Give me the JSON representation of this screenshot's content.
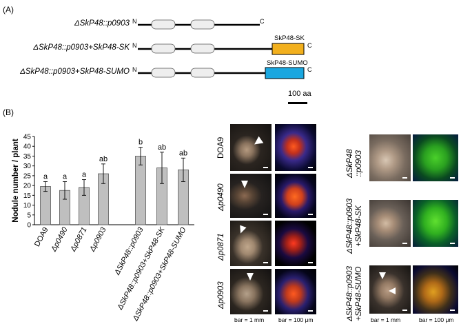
{
  "panel_a": {
    "label": "(A)",
    "constructs": [
      {
        "name": "ΔSkP48::p0903",
        "n": "N",
        "c": "C",
        "tag": ""
      },
      {
        "name": "ΔSkP48::p0903+SkP48-SK",
        "n": "N",
        "c": "C",
        "tag": "SkP48-SK",
        "tag_color": "#f2b01e"
      },
      {
        "name": "ΔSkP48::p0903+SkP48-SUMO",
        "n": "N",
        "c": "C",
        "tag": "SkP48-SUMO",
        "tag_color": "#1aa7e0"
      }
    ],
    "scale_label": "100 aa"
  },
  "panel_b": {
    "label": "(B)",
    "chart_data": {
      "type": "bar",
      "ylabel": "Nodule number / plant",
      "ylim": [
        0,
        45
      ],
      "yticks": [
        0,
        5,
        10,
        15,
        20,
        25,
        30,
        35,
        40,
        45
      ],
      "categories": [
        "DOA9",
        "Δp0490",
        "Δp0871",
        "Δp0903",
        "ΔSkP48::p0903",
        "ΔSkP48::p0903+SkP48-SK",
        "ΔSkP48::p0903+SkP48-SUMO"
      ],
      "values": [
        19.5,
        17.5,
        19,
        26,
        35,
        29,
        28
      ],
      "errors": [
        2.5,
        4.5,
        4,
        5,
        4.5,
        8,
        6
      ],
      "letters": [
        "a",
        "a",
        "a",
        "ab",
        "b",
        "ab",
        "ab"
      ],
      "bar_color": "#bfbfbf"
    },
    "photos_left": {
      "samples": [
        "DOA9",
        "Δp0490",
        "Δp0871",
        "Δp0903"
      ],
      "caption_left": "bar = 1 mm",
      "caption_right": "bar = 100 μm"
    },
    "photos_right": {
      "samples": [
        "ΔSkP48\n::p0903",
        "ΔSkP48::p0903\n+SkP48-SK",
        "ΔSkP48::p0903\n+SkP48-SUMO"
      ],
      "caption_left": "bar = 1 mm",
      "caption_right": "bar = 100 μm"
    }
  }
}
